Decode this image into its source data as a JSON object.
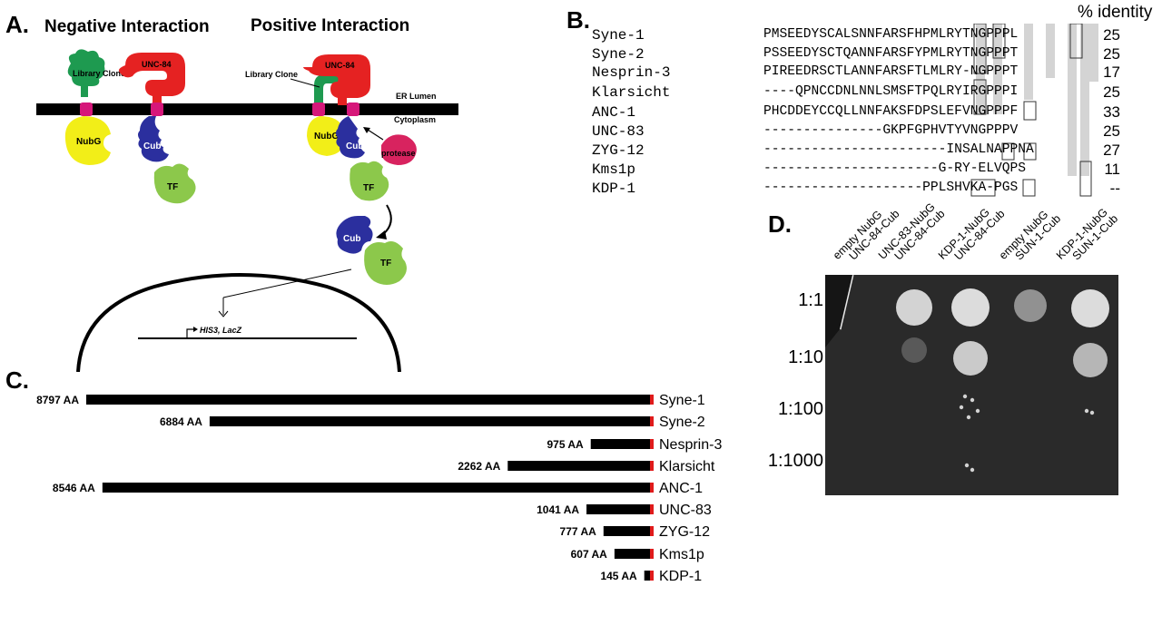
{
  "panel_a": {
    "letter": "A.",
    "title_negative": "Negative Interaction",
    "title_positive": "Positive Interaction",
    "labels": {
      "library_clone_neg": "Library Clone",
      "unc84_neg": "UNC-84",
      "nubg_neg": "NubG",
      "cub_neg": "Cub",
      "tf_neg": "TF",
      "library_clone_pos": "Library Clone",
      "unc84_pos": "UNC-84",
      "er_lumen": "ER Lumen",
      "cytoplasm": "Cytoplasm",
      "nubg_pos": "NubG",
      "cub_pos": "Cub",
      "protease": "protease",
      "tf_pos": "TF",
      "cub_free": "Cub",
      "tf_free": "TF",
      "reporter": "HIS3, LacZ"
    },
    "colors": {
      "library_clone": "#1e9a50",
      "unc84": "#e52222",
      "junction": "#d6177a",
      "nubg": "#f2ee18",
      "cub": "#2b2f9e",
      "tf": "#8cc84b",
      "protease": "#d8235f",
      "membrane": "#000000"
    }
  },
  "panel_b": {
    "letter": "B.",
    "identity_header": "% identity",
    "rows": [
      {
        "name": "Syne-1",
        "seq": "PMSEEDYSCALSNNFARSFHPMLRYTNGPPPL",
        "identity": "25"
      },
      {
        "name": "Syne-2",
        "seq": "PSSEEDYSCTQANNFARSFYPMLRYTNGPPPT",
        "identity": "25"
      },
      {
        "name": "Nesprin-3",
        "seq": "PIREEDRSCTLANNFARSFTLMLRY-NGPPPT",
        "identity": "17"
      },
      {
        "name": "Klarsicht",
        "seq": "----QPNCCDNLNNLSMSFTPQLRYIRGPPPI",
        "identity": "25"
      },
      {
        "name": "ANC-1",
        "seq": "PHCDDEYCCQLLNNFAKSFDPSLEFVNGPPPF",
        "identity": "33"
      },
      {
        "name": "UNC-83",
        "seq": "---------------GKPFGPHVTYVNGPPPV",
        "identity": "25"
      },
      {
        "name": "ZYG-12",
        "seq": "-----------------------INSALNAPPNA",
        "identity": "27"
      },
      {
        "name": "Kms1p",
        "seq": "----------------------G-RY-ELVQPS",
        "identity": "11"
      },
      {
        "name": "KDP-1",
        "seq": "--------------------PPLSHVKA-PGS",
        "identity": "--"
      }
    ]
  },
  "panel_c": {
    "letter": "C.",
    "bars": [
      {
        "name": "Syne-1",
        "length": "8797 AA",
        "aa": 8797
      },
      {
        "name": "Syne-2",
        "length": "6884 AA",
        "aa": 6884
      },
      {
        "name": "Nesprin-3",
        "length": "975 AA",
        "aa": 975
      },
      {
        "name": "Klarsicht",
        "length": "2262 AA",
        "aa": 2262
      },
      {
        "name": "ANC-1",
        "length": "8546 AA",
        "aa": 8546
      },
      {
        "name": "UNC-83",
        "length": "1041 AA",
        "aa": 1041
      },
      {
        "name": "ZYG-12",
        "length": "777 AA",
        "aa": 777
      },
      {
        "name": "Kms1p",
        "length": "607 AA",
        "aa": 607
      },
      {
        "name": "KDP-1",
        "length": "145 AA",
        "aa": 145
      }
    ],
    "colors": {
      "bar": "#000000",
      "kash": "#e01b1b"
    }
  },
  "panel_d": {
    "letter": "D.",
    "columns": [
      {
        "line1": "empty NubG",
        "line2": "UNC-84-Cub"
      },
      {
        "line1": "UNC-83-NubG",
        "line2": "UNC-84-Cub"
      },
      {
        "line1": "KDP-1-NubG",
        "line2": "UNC-84-Cub"
      },
      {
        "line1": "empty NubG",
        "line2": "SUN-1-Cub"
      },
      {
        "line1": "KDP-1-NubG",
        "line2": "SUN-1-Cub"
      }
    ],
    "dilutions": [
      "1:1",
      "1:10",
      "1:100",
      "1:1000"
    ],
    "colors": {
      "plate": "#2a2a2a",
      "colony": "#e6e6e6"
    }
  }
}
